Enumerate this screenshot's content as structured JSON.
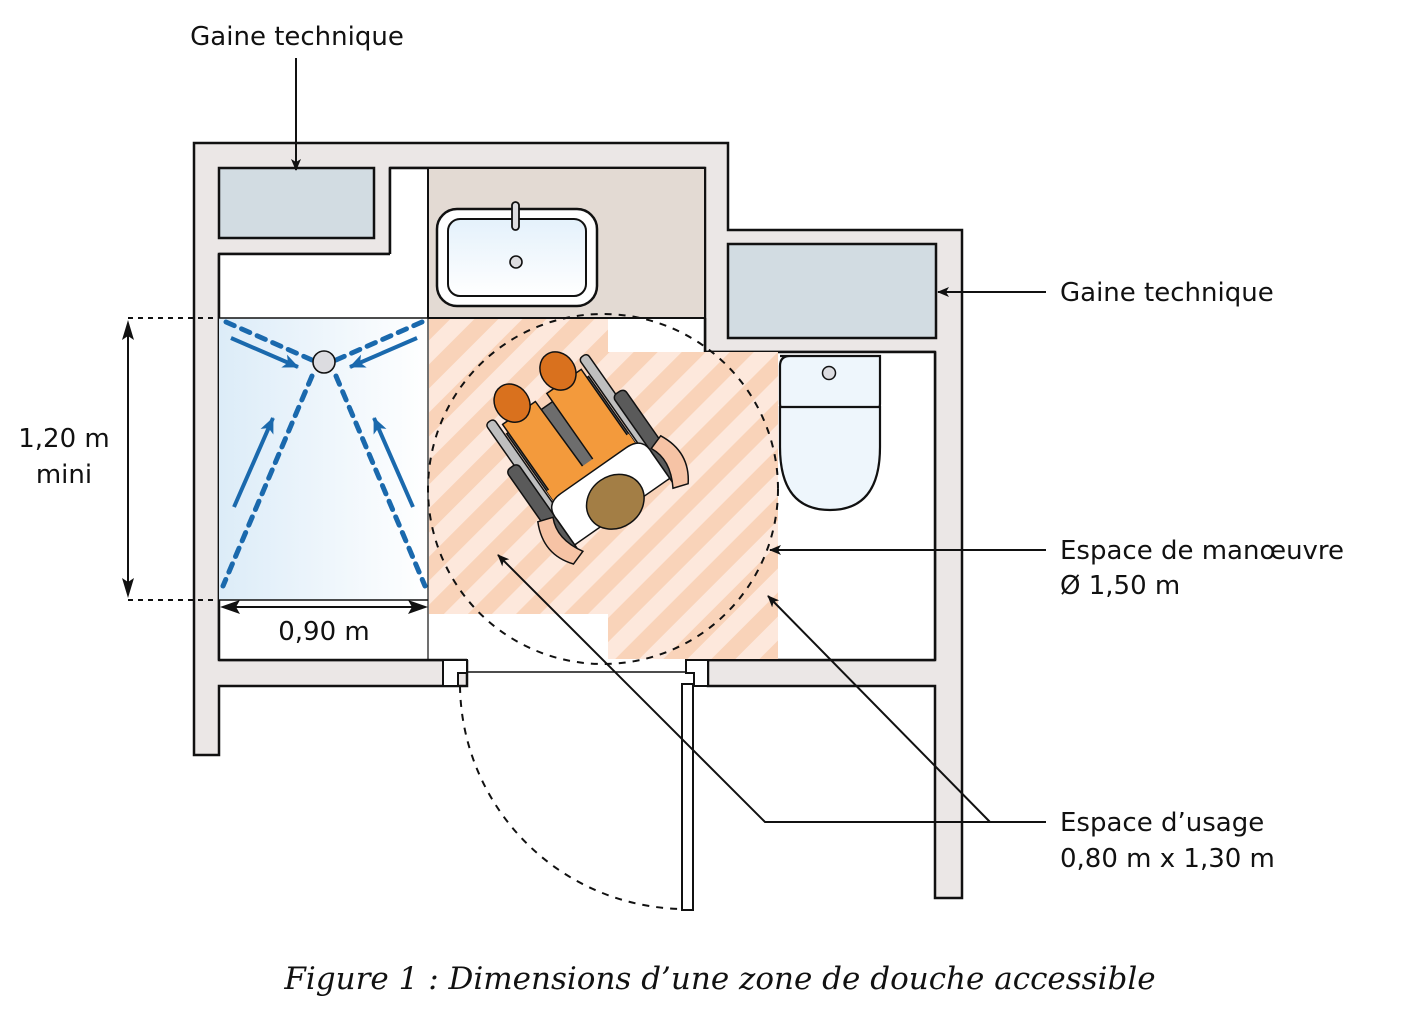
{
  "labels": {
    "gaine_top": "Gaine technique",
    "gaine_right": "Gaine technique",
    "shower_height_line1": "1,20 m",
    "shower_height_line2": "mini",
    "shower_width": "0,90 m",
    "manoeuvre_line1": "Espace de manœuvre",
    "manoeuvre_line2": "Ø 1,50 m",
    "usage_line1": "Espace d’usage",
    "usage_line2": "0,80 m x 1,30 m"
  },
  "caption": "Figure 1 : Dimensions d’une zone de douche accessible",
  "colors": {
    "wall": "#ebe7e6",
    "duct": "#d2dce2",
    "counter": "#e3dad3",
    "shower_blue": "#1a69ad",
    "usage_orange": "#f9d3b9",
    "usage_stripe": "#fde8dc",
    "outline": "#111111"
  }
}
